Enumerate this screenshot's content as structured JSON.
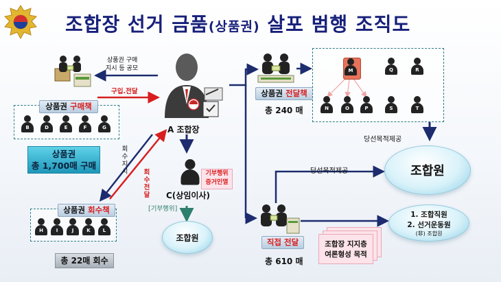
{
  "title": {
    "part1": "조합장 선거 금품",
    "part2": "(상품권)",
    "part3": " 살포 범행 조직도"
  },
  "top_left_group": {
    "instruction_line1": "상품권 구매",
    "instruction_line2": "지시 등 공모",
    "purchase_delivery": "구입.전달"
  },
  "buyer_group": {
    "tag_prefix": "상품권 ",
    "tag_red": "구매책",
    "members": [
      "B",
      "D",
      "E",
      "F",
      "G"
    ],
    "total_line1": "상품권",
    "total_line2": "총 1,700매 구매"
  },
  "collector_group": {
    "tag_prefix": "상품권 ",
    "tag_red": "회수책",
    "members": [
      "H",
      "I",
      "J",
      "K",
      "L"
    ],
    "total": "총 22매 회수",
    "label_collect_instruct": "회수지시",
    "label_collect_deliver": "회수전달"
  },
  "center": {
    "chair_label": "A 조합장",
    "director_label": "C(상임이사)",
    "badge_line1": "기부행위",
    "badge_line2": "증거인멸",
    "donation_act": "[기부행위]",
    "member_circle": "조합원"
  },
  "delivery_group": {
    "tag_prefix": "상품권 ",
    "tag_red": "전달책",
    "total": "총 240 매",
    "members_row1": [
      "M",
      "Q",
      "R"
    ],
    "members_row2": [
      "N",
      "O",
      "P",
      "S",
      "T"
    ],
    "purpose": "당선목적제공"
  },
  "direct_group": {
    "tag_red": "직접 전달",
    "total": "총 610 매",
    "purpose": "당선목적제공",
    "note_line1": "조합장 지지층",
    "note_line2": "여론형성 목적"
  },
  "big_circle": {
    "label": "조합원"
  },
  "staff_circle": {
    "line1": "1. 조합직원",
    "line2": "2. 선거운동원",
    "line3": "(非) 조합원"
  },
  "colors": {
    "navy": "#17207a",
    "red": "#d81e1e",
    "teal": "#1f97b9",
    "arrow": "#1c2c6e"
  }
}
